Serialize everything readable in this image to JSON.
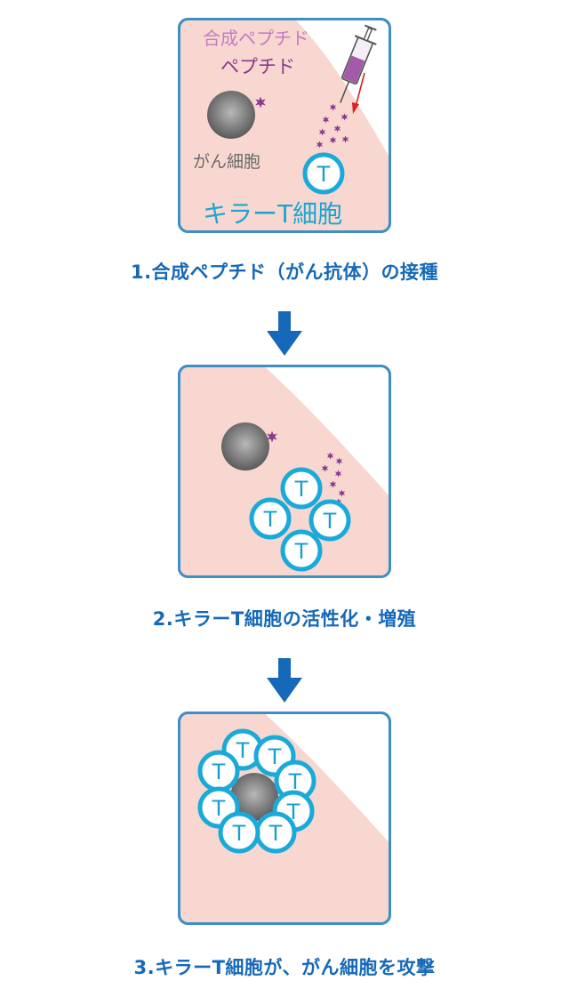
{
  "panel1": {
    "label_synthetic_peptide": "合成ペプチド",
    "label_peptide": "ペプチド",
    "label_cancer_cell": "がん細胞",
    "label_killer_t": "キラーT細胞",
    "t_cell_letter": "T"
  },
  "step1": {
    "caption": "1.合成ペプチド（がん抗体）の接種"
  },
  "step2": {
    "caption": "2.キラーT細胞の活性化・増殖",
    "t_cell_letter": "T"
  },
  "step3": {
    "caption": "3.キラーT細胞が、がん細胞を攻撃",
    "t_cell_letter": "T"
  },
  "colors": {
    "caption_blue": "#1669b8",
    "panel_border": "#3d8fc4",
    "panel_fill": "#f8d7d0",
    "t_cell_ring": "#19aad9",
    "t_cell_letter": "#18a0cc",
    "peptide_purple": "#8a3a8e",
    "synthetic_label": "#c27cc5",
    "cancer_label": "#6b6b6b",
    "killer_label": "#1aa6d4"
  }
}
